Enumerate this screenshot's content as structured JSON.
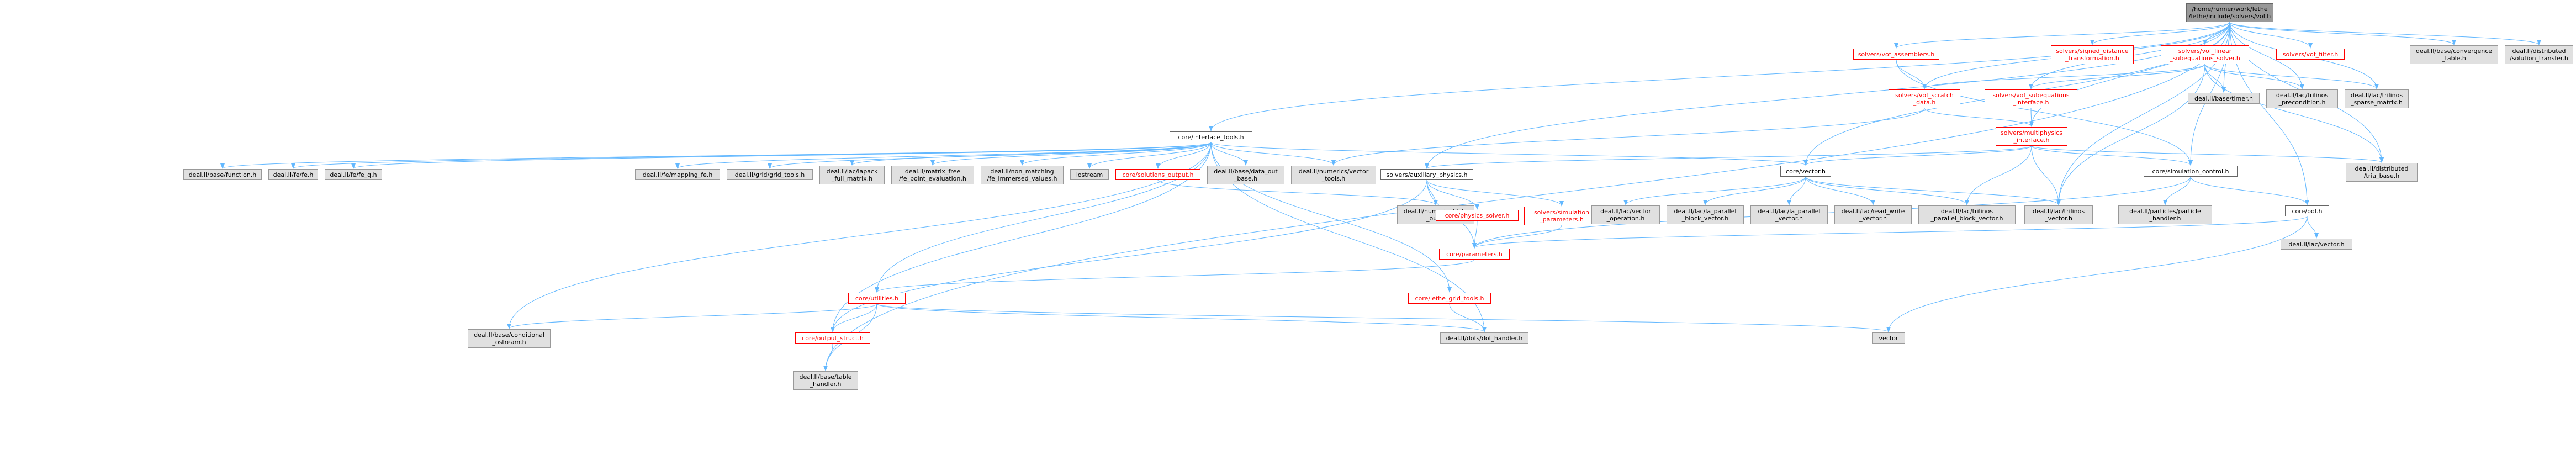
{
  "colors": {
    "edge": "#63b8ff",
    "local_text": "#ff0000",
    "local_border": "#ff0000",
    "system_fill": "#e0e0e0",
    "root_fill": "#999999",
    "border": "#999999"
  },
  "nodes": {
    "root": {
      "lines": [
        "/home/runner/work/lethe",
        "/lethe/include/solvers/vof.h"
      ]
    },
    "core_interface_tools": {
      "lines": [
        "core/interface_tools.h"
      ]
    },
    "solvers_vof_assemblers": {
      "lines": [
        "solvers/vof_assemblers.h"
      ]
    },
    "solvers_signed_distance": {
      "lines": [
        "solvers/signed_distance",
        "_transformation.h"
      ]
    },
    "solvers_vof_linear": {
      "lines": [
        "solvers/vof_linear",
        "_subequations_solver.h"
      ]
    },
    "solvers_vof_filter": {
      "lines": [
        "solvers/vof_filter.h"
      ]
    },
    "deal_convergence_table": {
      "lines": [
        "deal.II/base/convergence",
        "_table.h"
      ]
    },
    "deal_solution_transfer": {
      "lines": [
        "deal.II/distributed",
        "/solution_transfer.h"
      ]
    },
    "solvers_vof_scratch": {
      "lines": [
        "solvers/vof_scratch",
        "_data.h"
      ]
    },
    "solvers_vof_subequations": {
      "lines": [
        "solvers/vof_subequations",
        "_interface.h"
      ]
    },
    "deal_timer": {
      "lines": [
        "deal.II/base/timer.h"
      ]
    },
    "deal_trilinos_precondition": {
      "lines": [
        "deal.II/lac/trilinos",
        "_precondition.h"
      ]
    },
    "deal_trilinos_sparse": {
      "lines": [
        "deal.II/lac/trilinos",
        "_sparse_matrix.h"
      ]
    },
    "solvers_multiphysics": {
      "lines": [
        "solvers/multiphysics",
        "_interface.h"
      ]
    },
    "deal_base_function": {
      "lines": [
        "deal.II/base/function.h"
      ]
    },
    "deal_fe_fe": {
      "lines": [
        "deal.II/fe/fe.h"
      ]
    },
    "deal_fe_q": {
      "lines": [
        "deal.II/fe/fe_q.h"
      ]
    },
    "deal_mapping_fe": {
      "lines": [
        "deal.II/fe/mapping_fe.h"
      ]
    },
    "deal_grid_tools": {
      "lines": [
        "deal.II/grid/grid_tools.h"
      ]
    },
    "deal_lapack": {
      "lines": [
        "deal.II/lac/lapack",
        "_full_matrix.h"
      ]
    },
    "deal_matrix_free": {
      "lines": [
        "deal.II/matrix_free",
        "/fe_point_evaluation.h"
      ]
    },
    "deal_non_matching": {
      "lines": [
        "deal.II/non_matching",
        "/fe_immersed_values.h"
      ]
    },
    "iostream": {
      "lines": [
        "iostream"
      ]
    },
    "core_solutions_output": {
      "lines": [
        "core/solutions_output.h"
      ]
    },
    "deal_data_out_base": {
      "lines": [
        "deal.II/base/data_out",
        "_base.h"
      ]
    },
    "deal_vector_tools": {
      "lines": [
        "deal.II/numerics/vector",
        "_tools.h"
      ]
    },
    "solvers_auxiliary_physics": {
      "lines": [
        "solvers/auxiliary_physics.h"
      ]
    },
    "core_vector": {
      "lines": [
        "core/vector.h"
      ]
    },
    "core_simulation_control": {
      "lines": [
        "core/simulation_control.h"
      ]
    },
    "deal_tria_base": {
      "lines": [
        "deal.II/distributed",
        "/tria_base.h"
      ]
    },
    "deal_data_out": {
      "lines": [
        "deal.II/numerics/data",
        "_out.h"
      ]
    },
    "core_physics_solver": {
      "lines": [
        "core/physics_solver.h"
      ]
    },
    "solvers_simulation_parameters": {
      "lines": [
        "solvers/simulation",
        "_parameters.h"
      ]
    },
    "deal_vector_operation": {
      "lines": [
        "deal.II/lac/vector",
        "_operation.h"
      ]
    },
    "deal_la_parallel_block": {
      "lines": [
        "deal.II/lac/la_parallel",
        "_block_vector.h"
      ]
    },
    "deal_la_parallel_vector": {
      "lines": [
        "deal.II/lac/la_parallel",
        "_vector.h"
      ]
    },
    "deal_read_write": {
      "lines": [
        "deal.II/lac/read_write",
        "_vector.h"
      ]
    },
    "deal_trilinos_parallel_block": {
      "lines": [
        "deal.II/lac/trilinos",
        "_parallel_block_vector.h"
      ]
    },
    "deal_trilinos_vector": {
      "lines": [
        "deal.II/lac/trilinos",
        "_vector.h"
      ]
    },
    "deal_particle_handler": {
      "lines": [
        "deal.II/particles/particle",
        "_handler.h"
      ]
    },
    "core_bdf": {
      "lines": [
        "core/bdf.h"
      ]
    },
    "deal_lac_vector": {
      "lines": [
        "deal.II/lac/vector.h"
      ]
    },
    "core_parameters": {
      "lines": [
        "core/parameters.h"
      ]
    },
    "core_utilities": {
      "lines": [
        "core/utilities.h"
      ]
    },
    "core_lethe_grid_tools": {
      "lines": [
        "core/lethe_grid_tools.h"
      ]
    },
    "deal_conditional_ostream": {
      "lines": [
        "deal.II/base/conditional",
        "_ostream.h"
      ]
    },
    "core_output_struct": {
      "lines": [
        "core/output_struct.h"
      ]
    },
    "deal_dof_handler": {
      "lines": [
        "deal.II/dofs/dof_handler.h"
      ]
    },
    "vector": {
      "lines": [
        "vector"
      ]
    },
    "deal_table_handler": {
      "lines": [
        "deal.II/base/table",
        "_handler.h"
      ]
    }
  }
}
